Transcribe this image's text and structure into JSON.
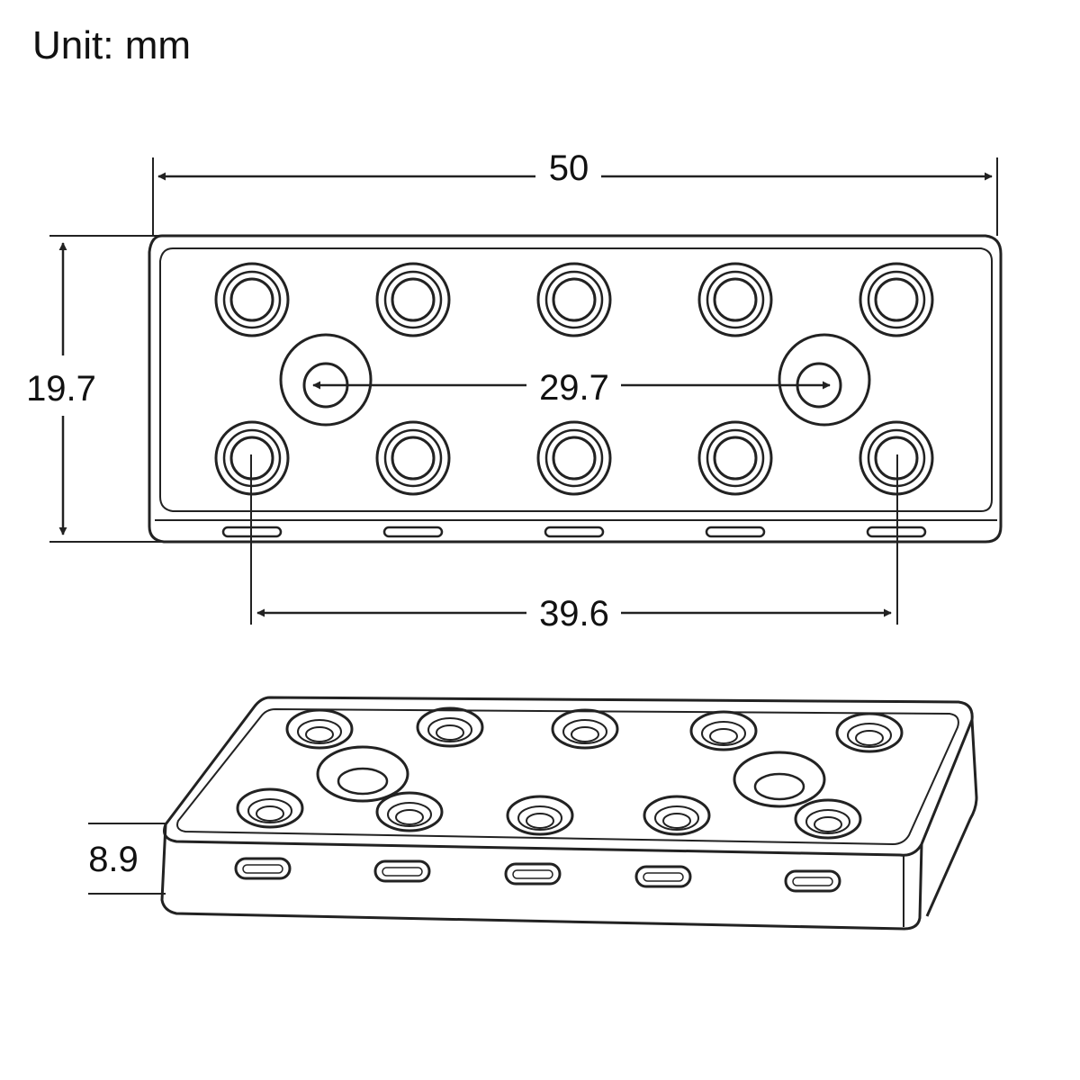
{
  "header": {
    "unit_label": "Unit: mm"
  },
  "dimensions": {
    "length": "50",
    "width": "19.7",
    "mount_hole_spacing": "29.7",
    "outer_hole_spacing": "39.6",
    "thickness": "8.9"
  },
  "colors": {
    "line": "#222222",
    "fill": "#ffffff",
    "text": "#111111"
  }
}
